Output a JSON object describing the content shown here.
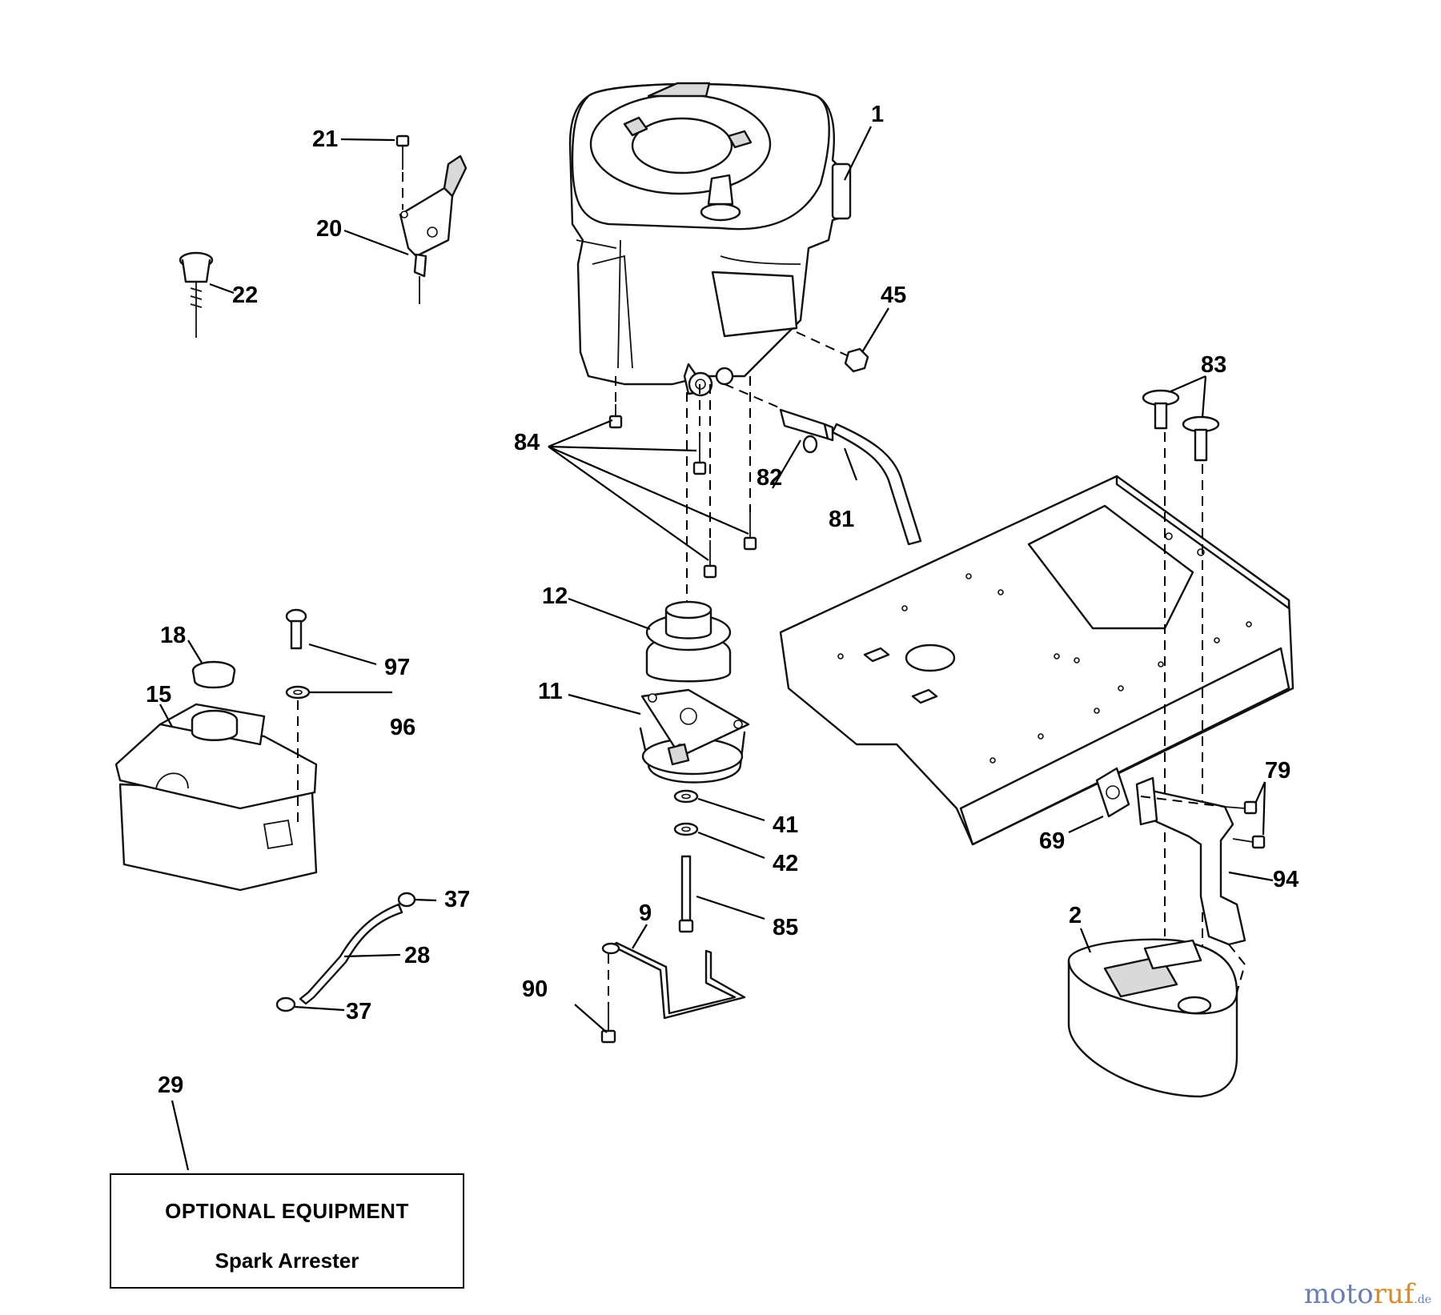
{
  "callouts": [
    {
      "id": "1",
      "label": "1"
    },
    {
      "id": "2",
      "label": "2"
    },
    {
      "id": "9",
      "label": "9"
    },
    {
      "id": "11",
      "label": "11"
    },
    {
      "id": "12",
      "label": "12"
    },
    {
      "id": "15",
      "label": "15"
    },
    {
      "id": "18",
      "label": "18"
    },
    {
      "id": "20",
      "label": "20"
    },
    {
      "id": "21",
      "label": "21"
    },
    {
      "id": "22",
      "label": "22"
    },
    {
      "id": "28",
      "label": "28"
    },
    {
      "id": "29",
      "label": "29"
    },
    {
      "id": "37a",
      "label": "37"
    },
    {
      "id": "37b",
      "label": "37"
    },
    {
      "id": "41",
      "label": "41"
    },
    {
      "id": "42",
      "label": "42"
    },
    {
      "id": "45",
      "label": "45"
    },
    {
      "id": "69",
      "label": "69"
    },
    {
      "id": "79",
      "label": "79"
    },
    {
      "id": "81",
      "label": "81"
    },
    {
      "id": "82",
      "label": "82"
    },
    {
      "id": "83",
      "label": "83"
    },
    {
      "id": "84",
      "label": "84"
    },
    {
      "id": "85",
      "label": "85"
    },
    {
      "id": "90",
      "label": "90"
    },
    {
      "id": "94",
      "label": "94"
    },
    {
      "id": "96",
      "label": "96"
    },
    {
      "id": "97",
      "label": "97"
    }
  ],
  "optional_box": {
    "heading": "OPTIONAL EQUIPMENT",
    "item": "Spark Arrester"
  },
  "watermark": {
    "part1": "moto",
    "part2": "ruf",
    "part3": ".de"
  }
}
